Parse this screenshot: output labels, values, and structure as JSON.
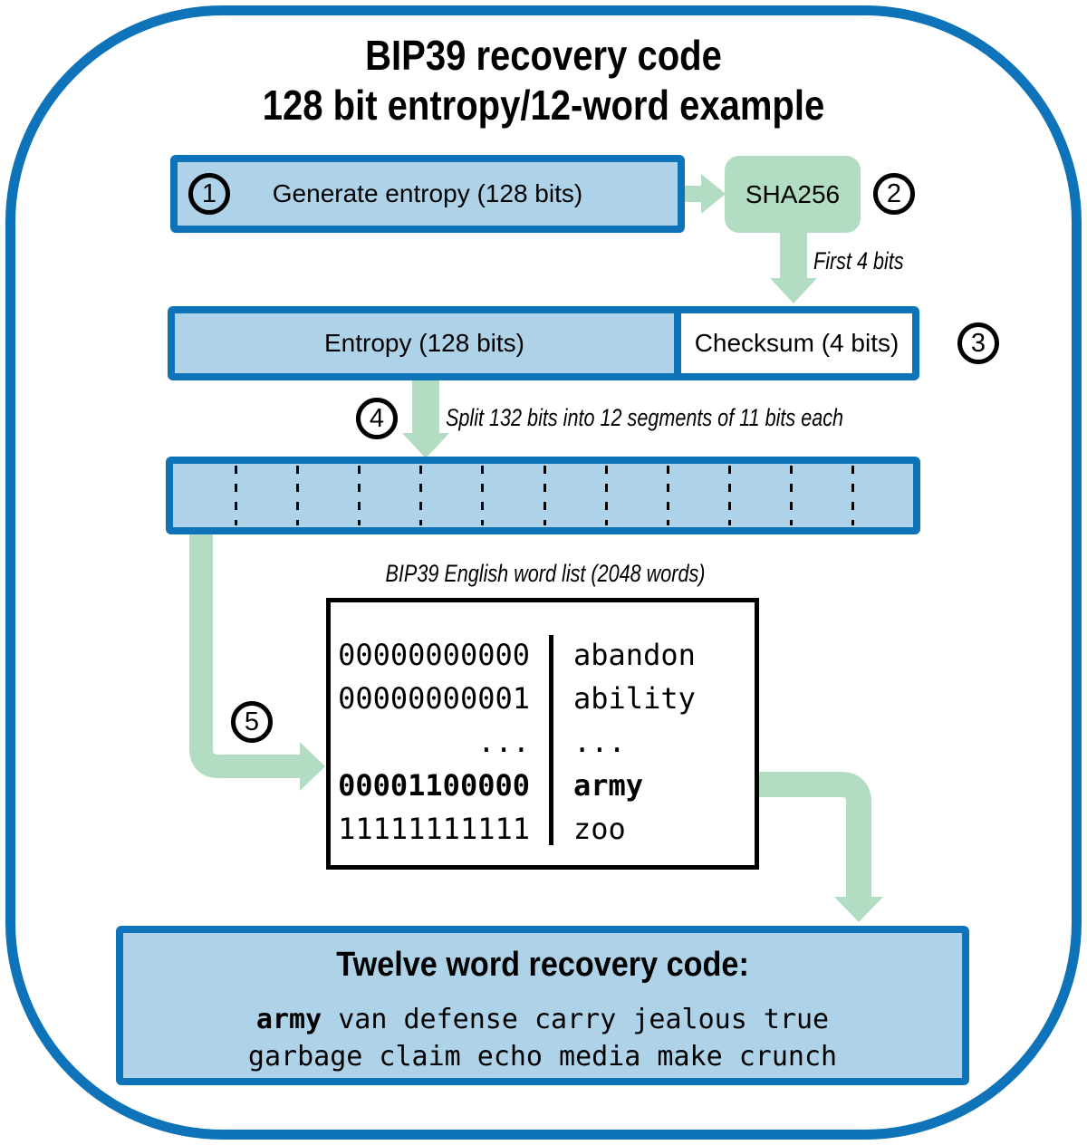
{
  "title": {
    "line1": "BIP39 recovery code",
    "line2": "128 bit entropy/12-word example"
  },
  "steps": {
    "s1": "1",
    "s2": "2",
    "s3": "3",
    "s4": "4",
    "s5": "5"
  },
  "boxes": {
    "generate": "Generate entropy (128 bits)",
    "sha256": "SHA256",
    "entropy": "Entropy (128 bits)",
    "checksum": "Checksum (4 bits)"
  },
  "labels": {
    "first4": "First 4 bits",
    "split": "Split 132 bits into 12 segments of 11 bits each",
    "wordlist_title": "BIP39 English word list (2048 words)"
  },
  "segments": {
    "count": 12
  },
  "wordlist": {
    "rows": [
      {
        "binary": "00000000000",
        "word": "abandon"
      },
      {
        "binary": "00000000001",
        "word": "ability"
      },
      {
        "binary": "...",
        "word": "..."
      },
      {
        "binary": "00001100000",
        "word": "army"
      },
      {
        "binary": "11111111111",
        "word": "zoo"
      }
    ]
  },
  "recovery": {
    "title": "Twelve word recovery code:",
    "line1_bold": "army",
    "line1_rest": " van defense carry jealous true",
    "line2": "garbage claim echo media make crunch"
  },
  "colors": {
    "border_blue": "#0e73b9",
    "light_blue": "#aed3e9",
    "green": "#b2ddc2",
    "ink": "#000000"
  }
}
